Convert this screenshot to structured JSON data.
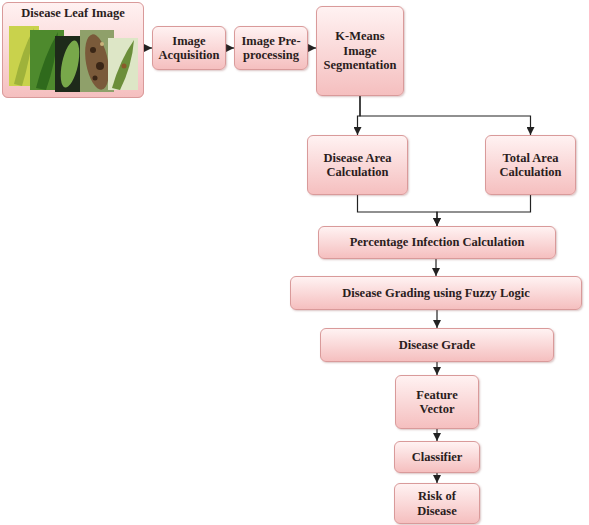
{
  "diagram": {
    "nodes": [
      {
        "text": [
          "Disease Leaf Image"
        ]
      },
      {
        "text": [
          "Image Acquisition"
        ]
      },
      {
        "text": [
          "Image Pre- processing"
        ]
      },
      {
        "text": [
          "K-Means Image Segmentation"
        ]
      },
      {
        "text": [
          "Disease Area Calculation"
        ]
      },
      {
        "text": [
          "Total Area Calculation"
        ]
      },
      {
        "text": [
          "Percentage Infection Calculation"
        ]
      },
      {
        "text": [
          "Disease Grading using Fuzzy Logic"
        ]
      },
      {
        "text": [
          "Disease Grade"
        ]
      },
      {
        "text": [
          "Feature Vector"
        ]
      },
      {
        "text": [
          "Classifier"
        ]
      },
      {
        "text": [
          "Risk of Disease"
        ]
      }
    ],
    "edges": [
      {
        "from": 0,
        "to": 1,
        "arrow": "to"
      },
      {
        "from": 1,
        "to": 2,
        "arrow": "to"
      },
      {
        "from": 2,
        "to": 3,
        "arrow": "to"
      },
      {
        "from": 3,
        "to": 4,
        "arrow": "to"
      },
      {
        "from": 3,
        "to": 5,
        "arrow": "to"
      },
      {
        "from": 4,
        "to": 6,
        "arrow": "to"
      },
      {
        "from": 5,
        "to": 6,
        "arrow": "to"
      },
      {
        "from": 6,
        "to": 7,
        "arrow": "to"
      },
      {
        "from": 7,
        "to": 8,
        "arrow": "to"
      },
      {
        "from": 8,
        "to": 9,
        "arrow": "to"
      },
      {
        "from": 9,
        "to": 10,
        "arrow": "to"
      },
      {
        "from": 10,
        "to": 11,
        "arrow": "to"
      }
    ]
  }
}
